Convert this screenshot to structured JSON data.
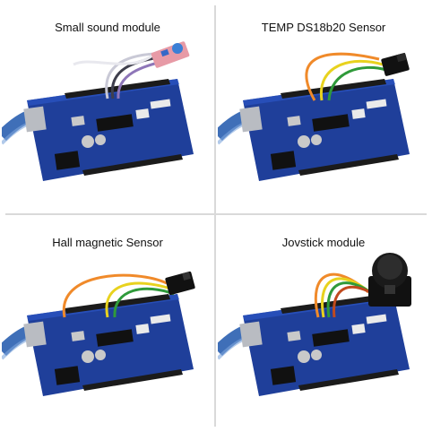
{
  "panels": [
    {
      "caption": "Small sound module",
      "module": "sound"
    },
    {
      "caption": "TEMP DS18b20 Sensor",
      "module": "temp"
    },
    {
      "caption": "Hall magnetic Sensor",
      "module": "hall"
    },
    {
      "caption": "Jovstick module",
      "module": "joystick"
    }
  ],
  "colors": {
    "board": "#1f3f9a",
    "board_dark": "#142c72",
    "header": "#1b1b1b",
    "usb": "#b9bcc2",
    "wire_orange": "#f08a2a",
    "wire_yellow": "#e8d21e",
    "wire_green": "#2f9a3a",
    "module_pcb": "#111111",
    "sound_pcb": "#e79aa6"
  }
}
